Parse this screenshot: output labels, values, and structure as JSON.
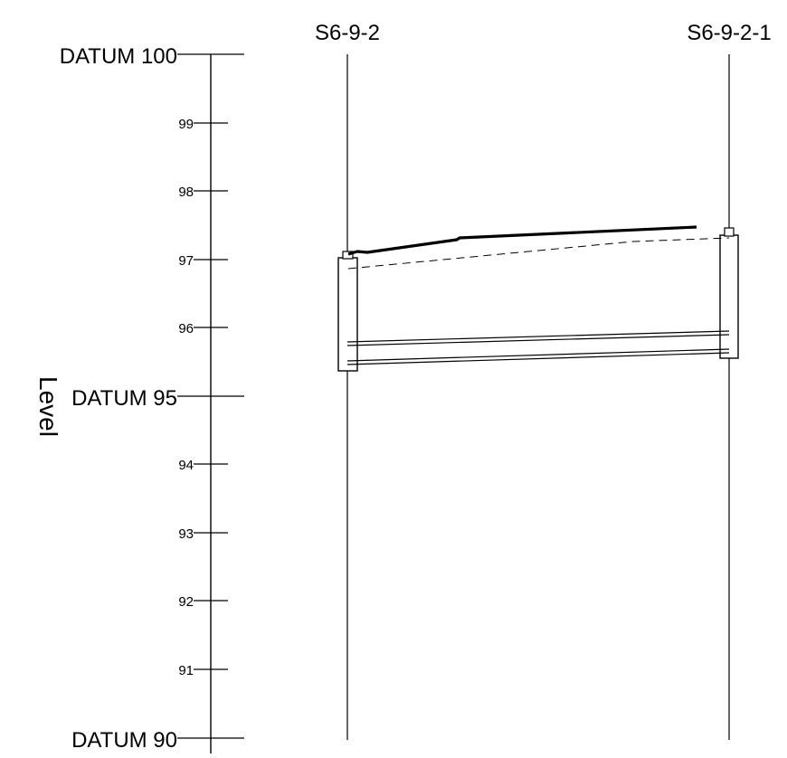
{
  "axis": {
    "title": "Level",
    "datum_labels": [
      {
        "level": 100,
        "text": "DATUM 100"
      },
      {
        "level": 95,
        "text": "DATUM 95"
      },
      {
        "level": 90,
        "text": "DATUM 90"
      }
    ],
    "tick_labels": [
      {
        "level": 99,
        "text": "99"
      },
      {
        "level": 98,
        "text": "98"
      },
      {
        "level": 97,
        "text": "97"
      },
      {
        "level": 96,
        "text": "96"
      },
      {
        "level": 94,
        "text": "94"
      },
      {
        "level": 93,
        "text": "93"
      },
      {
        "level": 92,
        "text": "92"
      },
      {
        "level": 91,
        "text": "91"
      }
    ]
  },
  "manholes": [
    {
      "name": "S6-9-2",
      "cover_level": 97.1,
      "invert_level": 95.4
    },
    {
      "name": "S6-9-2-1",
      "cover_level": 97.45,
      "invert_level": 95.55
    }
  ],
  "profile": {
    "ground_line_levels": [
      97.1,
      97.3,
      97.5
    ],
    "dashed_line_levels": [
      96.85,
      97.3
    ],
    "pipe": {
      "upstream_top": 95.8,
      "upstream_bottom": 95.5,
      "downstream_top": 95.98,
      "downstream_bottom": 95.68
    }
  }
}
